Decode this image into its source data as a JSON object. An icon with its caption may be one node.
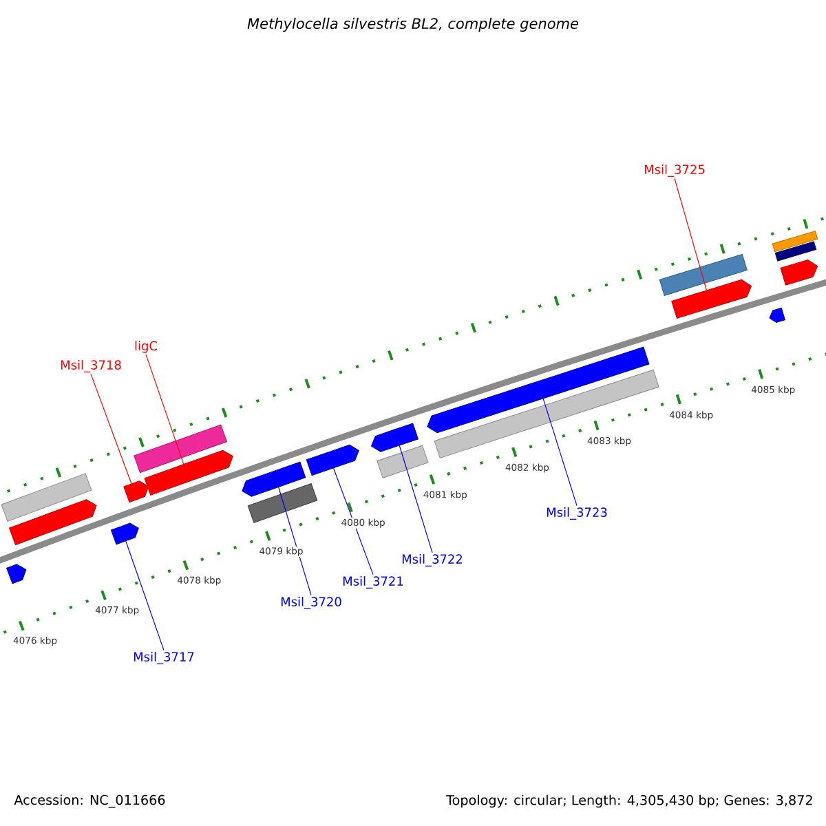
{
  "diagram": {
    "title": "Methylocella silvestris BL2, complete genome",
    "nodes": [
      {
        "text": [
          "Msil_3725"
        ]
      },
      {
        "text": [
          "ligC"
        ]
      },
      {
        "text": [
          "Msil_3718"
        ]
      },
      {
        "text": [
          "Msil_3723"
        ]
      },
      {
        "text": [
          "Msil_3722"
        ]
      },
      {
        "text": [
          "Msil_3721"
        ]
      },
      {
        "text": [
          "Msil_3720"
        ]
      },
      {
        "text": [
          "Msil_3717"
        ]
      },
      {
        "text": [],
        "shape": "arrow"
      },
      {
        "text": [],
        "shape": "box"
      },
      {
        "text": [],
        "shape": "arrow"
      },
      {
        "text": [],
        "shape": "arrow"
      },
      {
        "text": [],
        "shape": "arrow"
      },
      {
        "text": [],
        "shape": "arrow"
      },
      {
        "text": [],
        "shape": "box"
      },
      {
        "text": [],
        "shape": "box"
      },
      {
        "text": [],
        "shape": "arrow"
      },
      {
        "text": [],
        "shape": "arrow"
      },
      {
        "text": [],
        "shape": "box"
      },
      {
        "text": [],
        "shape": "arrow"
      },
      {
        "text": [],
        "shape": "box"
      },
      {
        "text": [],
        "shape": "arrow"
      },
      {
        "text": [],
        "shape": "box"
      },
      {
        "text": [],
        "shape": "arrow"
      },
      {
        "text": [],
        "shape": "arrow"
      },
      {
        "text": [],
        "shape": "arrow"
      },
      {
        "text": [],
        "shape": "box"
      },
      {
        "text": [],
        "shape": "box"
      }
    ],
    "edges": [
      {
        "from": 0,
        "to": 23,
        "arrow": "none",
        "color": "#ff0000"
      },
      {
        "from": 1,
        "to": 13,
        "arrow": "none",
        "color": "#ff0000"
      },
      {
        "from": 2,
        "to": 12,
        "arrow": "none",
        "color": "#ff0000"
      },
      {
        "from": 3,
        "to": 21,
        "arrow": "none"
      },
      {
        "from": 4,
        "to": 19,
        "arrow": "none"
      },
      {
        "from": 5,
        "to": 17,
        "arrow": "none"
      },
      {
        "from": 6,
        "to": 16,
        "arrow": "none"
      },
      {
        "from": 7,
        "to": 11,
        "arrow": "none"
      }
    ],
    "labels": [
      "4085 kbp",
      "4084 kbp",
      "4083 kbp",
      "4082 kbp",
      "4081 kbp",
      "4080 kbp",
      "4079 kbp",
      "4078 kbp",
      "4077 kbp",
      "4076 kbp",
      "Accession: NC_011666",
      "Topology: circular; Length: 4,305,430 bp; Genes: 3,872"
    ]
  }
}
